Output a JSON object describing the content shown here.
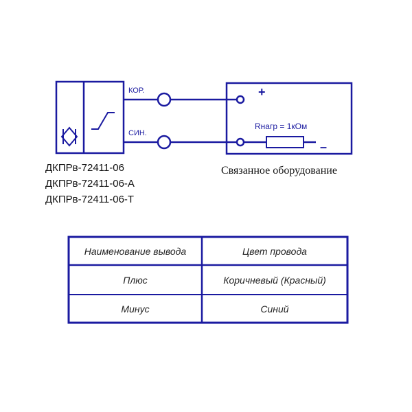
{
  "schematic": {
    "wire_top_label": "КОР.",
    "wire_bottom_label": "СИН.",
    "plus_sign": "+",
    "minus_sign": "–",
    "load_label": "Rнагр = 1кОм"
  },
  "sensor_models": [
    "ДКПРв-72411-06",
    "ДКПРв-72411-06-А",
    "ДКПРв-72411-06-Т"
  ],
  "equipment_caption": "Связанное оборудование",
  "table": {
    "headers": [
      "Наименование вывода",
      "Цвет провода"
    ],
    "rows": [
      [
        "Плюс",
        "Коричневый (Красный)"
      ],
      [
        "Минус",
        "Синий"
      ]
    ]
  },
  "colors": {
    "line": "#1a1aa0",
    "table_border": "#1a1aa0"
  }
}
